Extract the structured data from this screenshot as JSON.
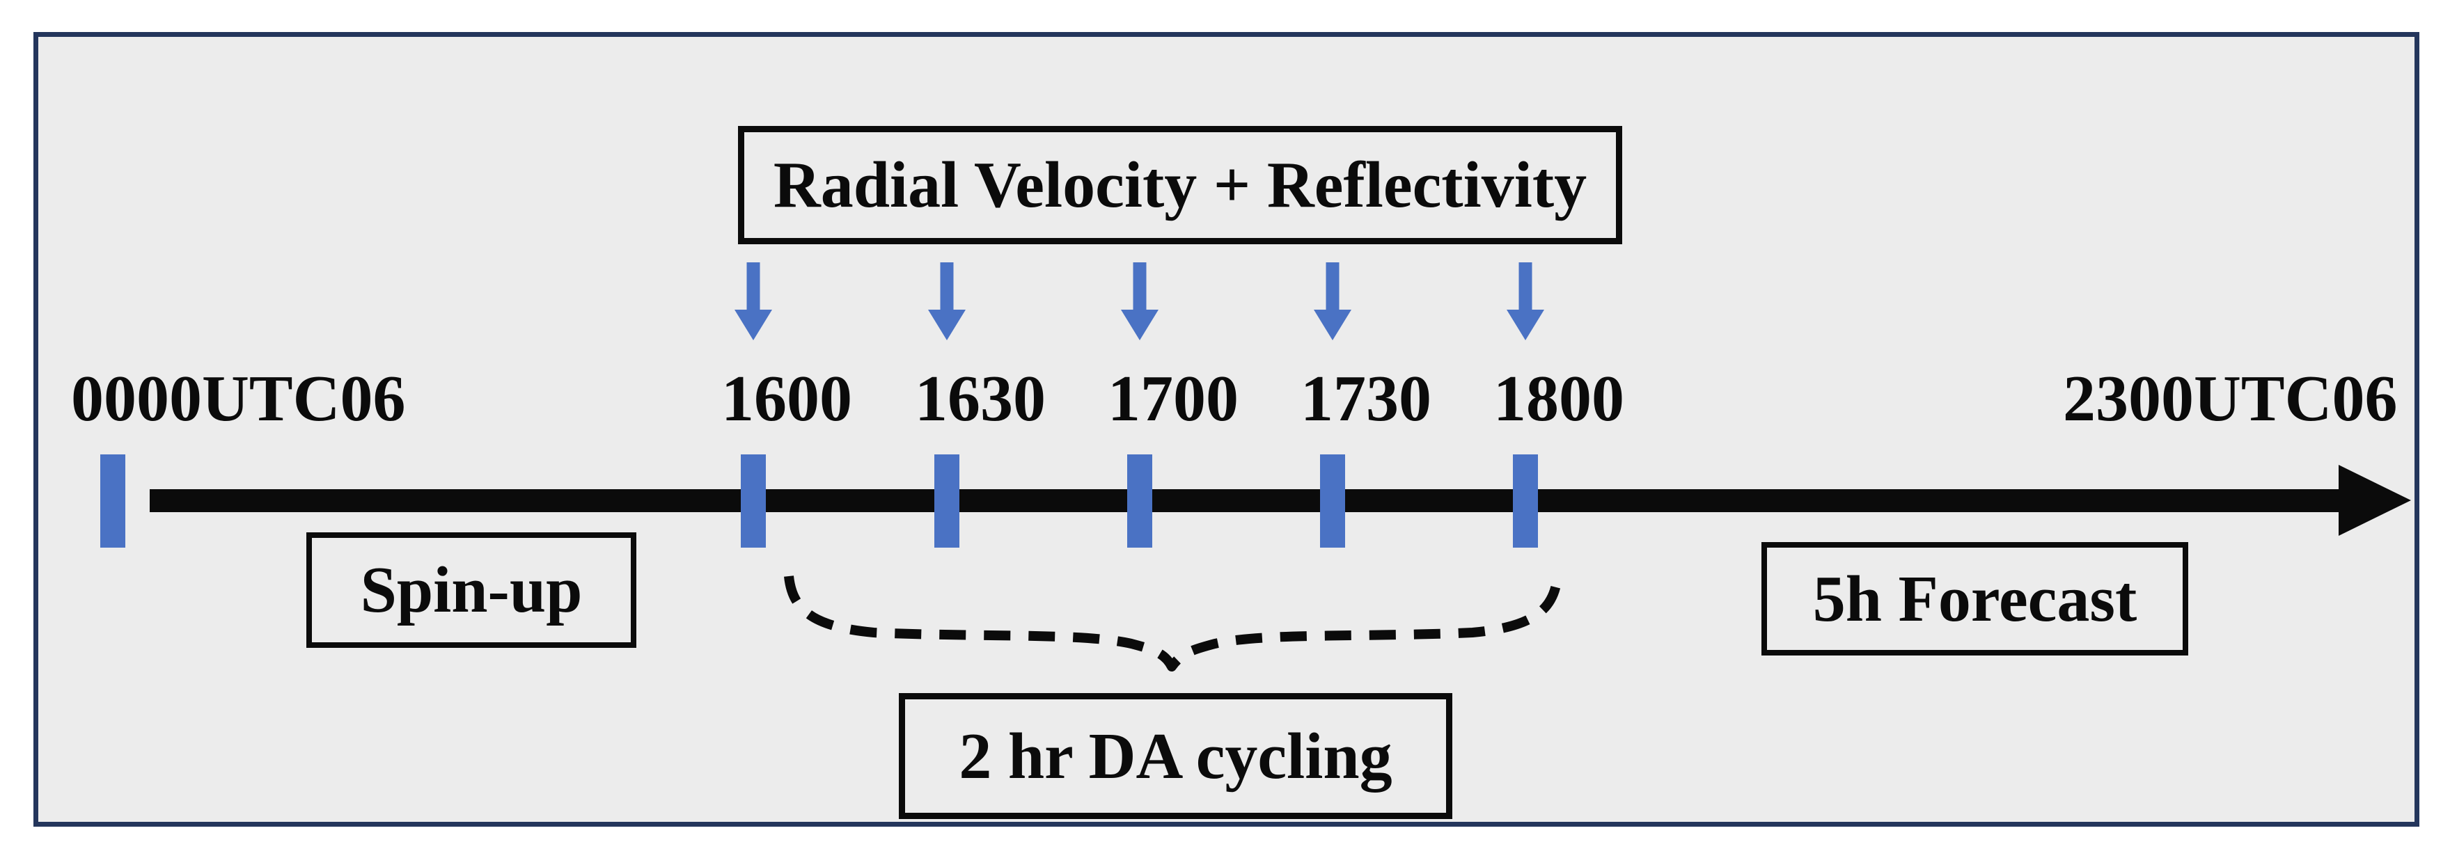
{
  "figure": {
    "background_color": "#ececec",
    "frame_color": "#24365c",
    "accent_blue": "#4a72c4",
    "ink_color": "#0b0b0b"
  },
  "observation_box": {
    "label": "Radial Velocity + Reflectivity"
  },
  "timeline": {
    "start_label": "0000UTC06",
    "end_label": "2300UTC06",
    "cycle_times": [
      "1600",
      "1630",
      "1700",
      "1730",
      "1800"
    ]
  },
  "phases": {
    "spin_up_label": "Spin-up",
    "da_cycling_label": "2 hr DA cycling",
    "forecast_label": "5h Forecast"
  },
  "icons": {
    "observation_arrow": "blue-down-arrow-icon",
    "timeline_end": "right-arrowhead-icon",
    "grouping": "dashed-curly-brace-icon"
  }
}
